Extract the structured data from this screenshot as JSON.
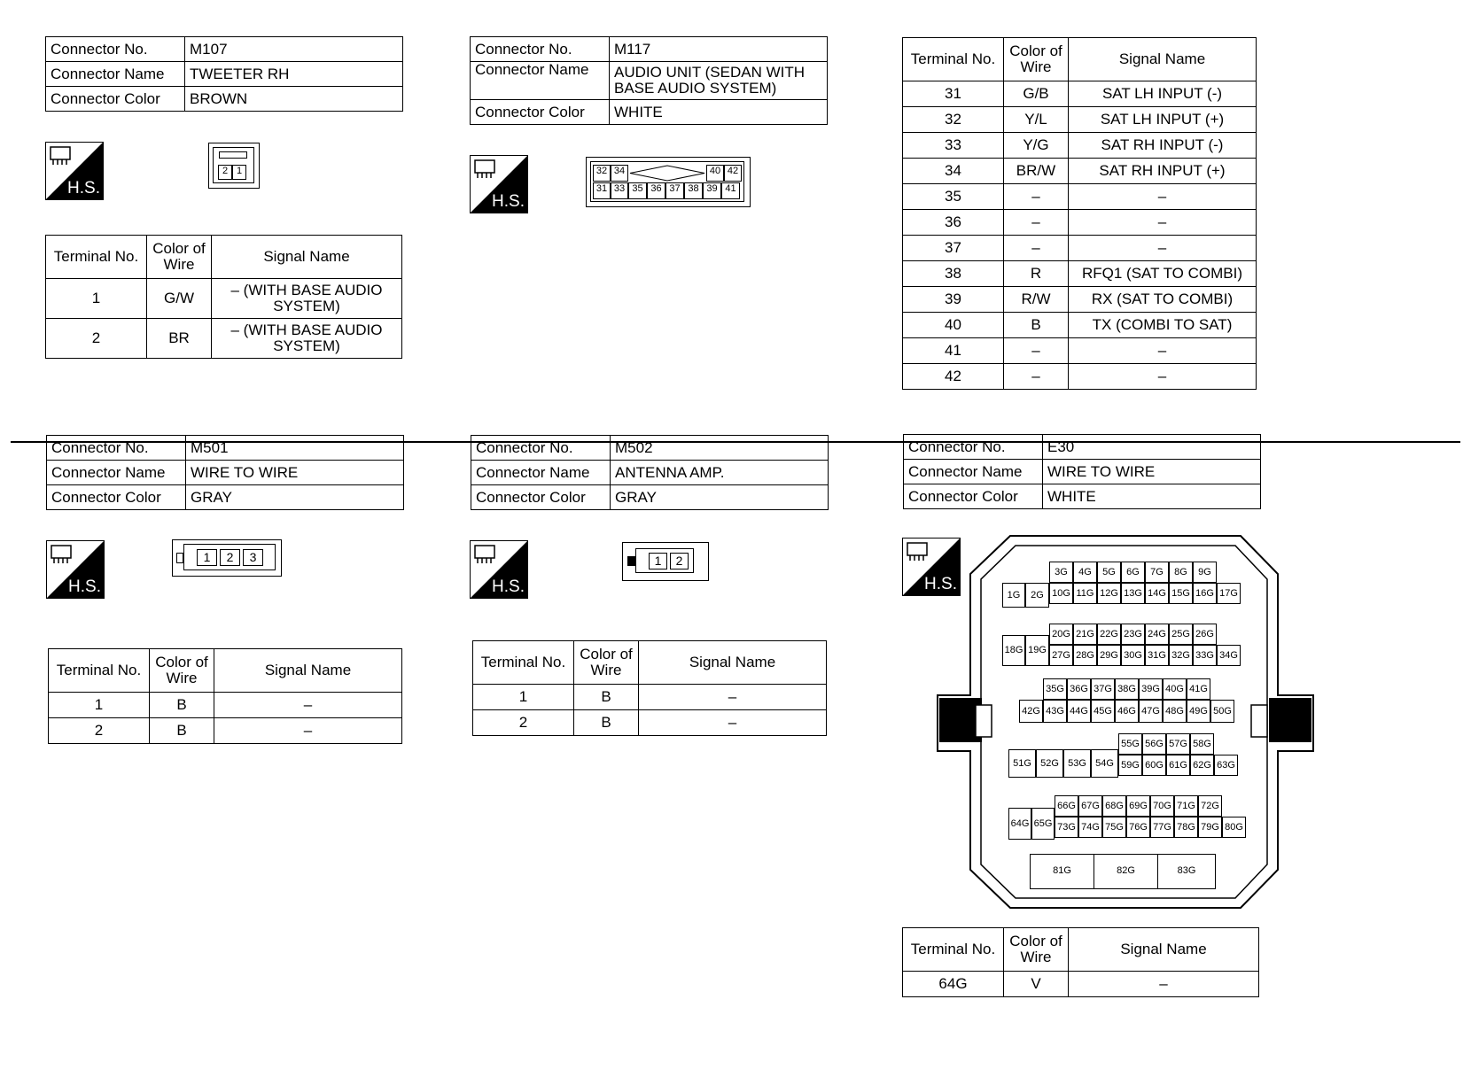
{
  "labels": {
    "connector_no": "Connector No.",
    "connector_name": "Connector Name",
    "connector_color": "Connector Color",
    "terminal_no": "Terminal No.",
    "color_of_wire": "Color of Wire",
    "signal_name": "Signal Name",
    "hs": "H.S."
  },
  "m107": {
    "no": "M107",
    "name": "TWEETER RH",
    "color": "BROWN",
    "pins": [
      "2",
      "1"
    ],
    "rows": [
      {
        "t": "1",
        "c": "G/W",
        "s": "– (WITH BASE AUDIO SYSTEM)"
      },
      {
        "t": "2",
        "c": "BR",
        "s": "– (WITH BASE AUDIO SYSTEM)"
      }
    ]
  },
  "m117": {
    "no": "M117",
    "name": "AUDIO UNIT (SEDAN WITH BASE AUDIO SYSTEM)",
    "color": "WHITE",
    "top_pins_left": [
      "32",
      "34"
    ],
    "top_pins_right": [
      "40",
      "42"
    ],
    "bottom_pins": [
      "31",
      "33",
      "35",
      "36",
      "37",
      "38",
      "39",
      "41"
    ],
    "rows": [
      {
        "t": "31",
        "c": "G/B",
        "s": "SAT LH INPUT (-)"
      },
      {
        "t": "32",
        "c": "Y/L",
        "s": "SAT LH INPUT (+)"
      },
      {
        "t": "33",
        "c": "Y/G",
        "s": "SAT RH INPUT (-)"
      },
      {
        "t": "34",
        "c": "BR/W",
        "s": "SAT RH INPUT (+)"
      },
      {
        "t": "35",
        "c": "–",
        "s": "–"
      },
      {
        "t": "36",
        "c": "–",
        "s": "–"
      },
      {
        "t": "37",
        "c": "–",
        "s": "–"
      },
      {
        "t": "38",
        "c": "R",
        "s": "RFQ1 (SAT TO COMBI)"
      },
      {
        "t": "39",
        "c": "R/W",
        "s": "RX (SAT TO COMBI)"
      },
      {
        "t": "40",
        "c": "B",
        "s": "TX (COMBI TO SAT)"
      },
      {
        "t": "41",
        "c": "–",
        "s": "–"
      },
      {
        "t": "42",
        "c": "–",
        "s": "–"
      }
    ]
  },
  "m501": {
    "no": "M501",
    "name": "WIRE TO WIRE",
    "color": "GRAY",
    "pins": [
      "1",
      "2",
      "3"
    ],
    "rows": [
      {
        "t": "1",
        "c": "B",
        "s": "–"
      },
      {
        "t": "2",
        "c": "B",
        "s": "–"
      }
    ]
  },
  "m502": {
    "no": "M502",
    "name": "ANTENNA AMP.",
    "color": "GRAY",
    "pins": [
      "1",
      "2"
    ],
    "rows": [
      {
        "t": "1",
        "c": "B",
        "s": "–"
      },
      {
        "t": "2",
        "c": "B",
        "s": "–"
      }
    ]
  },
  "e30": {
    "no": "E30",
    "name": "WIRE TO WIRE",
    "color": "WHITE",
    "pin_rows": [
      [
        "3G",
        "4G",
        "5G",
        "6G",
        "7G",
        "8G",
        "9G"
      ],
      [
        "1G",
        "2G",
        "10G",
        "11G",
        "12G",
        "13G",
        "14G",
        "15G",
        "16G",
        "17G"
      ],
      [
        "20G",
        "21G",
        "22G",
        "23G",
        "24G",
        "25G",
        "26G"
      ],
      [
        "18G",
        "19G",
        "27G",
        "28G",
        "29G",
        "30G",
        "31G",
        "32G",
        "33G",
        "34G"
      ],
      [
        "35G",
        "36G",
        "37G",
        "38G",
        "39G",
        "40G",
        "41G"
      ],
      [
        "42G",
        "43G",
        "44G",
        "45G",
        "46G",
        "47G",
        "48G",
        "49G",
        "50G"
      ],
      [
        "55G",
        "56G",
        "57G",
        "58G"
      ],
      [
        "51G",
        "52G",
        "53G",
        "54G",
        "59G",
        "60G",
        "61G",
        "62G",
        "63G"
      ],
      [
        "66G",
        "67G",
        "68G",
        "69G",
        "70G",
        "71G",
        "72G"
      ],
      [
        "64G",
        "65G",
        "73G",
        "74G",
        "75G",
        "76G",
        "77G",
        "78G",
        "79G",
        "80G"
      ],
      [
        "81G",
        "82G",
        "83G"
      ]
    ],
    "rows": [
      {
        "t": "64G",
        "c": "V",
        "s": "–"
      }
    ]
  }
}
